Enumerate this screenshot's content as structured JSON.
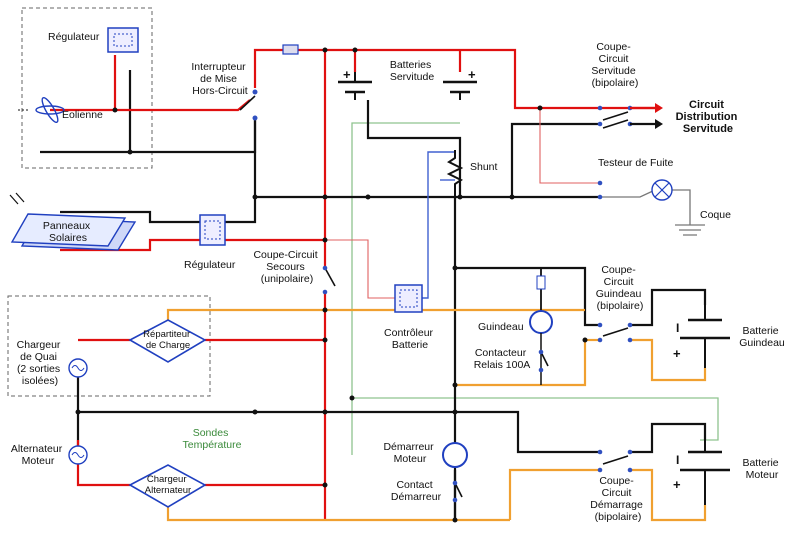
{
  "labels": {
    "regulateur_top": "Régulateur",
    "eolienne": "Eolienne",
    "interrupteur": [
      "Interrupteur",
      "de Mise",
      "Hors-Circuit"
    ],
    "batteries_servitude": [
      "Batteries",
      "Servitude"
    ],
    "coupe_servitude": [
      "Coupe-",
      "Circuit",
      "Servitude",
      "(bipolaire)"
    ],
    "circuit_distribution": [
      "Circuit",
      "Distribution",
      "Servitude"
    ],
    "shunt": "Shunt",
    "testeur_fuite": "Testeur de Fuite",
    "coque": "Coque",
    "panneaux": [
      "Panneaux",
      "Solaires"
    ],
    "regulateur_solaire": "Régulateur",
    "coupe_secours": [
      "Coupe-Circuit",
      "Secours",
      "(unipolaire)"
    ],
    "controleur": [
      "Contrôleur",
      "Batterie"
    ],
    "guindeau": "Guindeau",
    "contacteur": [
      "Contacteur",
      "Relais 100A"
    ],
    "coupe_guindeau": [
      "Coupe-",
      "Circuit",
      "Guindeau",
      "(bipolaire)"
    ],
    "batterie_guindeau": [
      "Batterie",
      "Guindeau"
    ],
    "chargeur_quai": [
      "Chargeur",
      "de Quai",
      "(2 sorties",
      "isolées)"
    ],
    "repartiteur": [
      "Répartiteur",
      "de Charge"
    ],
    "sondes": [
      "Sondes",
      "Température"
    ],
    "alternateur": [
      "Alternateur",
      "Moteur"
    ],
    "chargeur_alt": [
      "Chargeur",
      "Alternateur"
    ],
    "demarreur": [
      "Démarreur",
      "Moteur"
    ],
    "contact_demarreur": [
      "Contact",
      "Démarreur"
    ],
    "coupe_demarrage": [
      "Coupe-",
      "Circuit",
      "Démarrage",
      "(bipolaire)"
    ],
    "batterie_moteur": [
      "Batterie",
      "Moteur"
    ]
  },
  "colors": {
    "negative": "#111111",
    "positive": "#e01010",
    "charge": "#f0a030",
    "sensor": "#4060d0",
    "temperature": "#8fc48f"
  }
}
